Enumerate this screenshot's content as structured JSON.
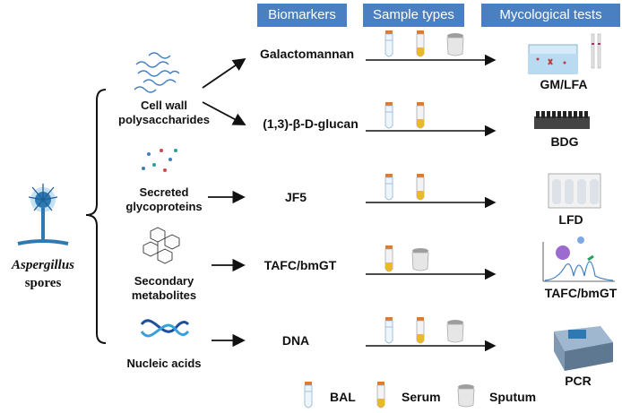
{
  "headers": {
    "biomarkers": "Biomarkers",
    "sample_types": "Sample types",
    "tests": "Mycological tests"
  },
  "source": {
    "line1": "Aspergillus",
    "line2": "spores"
  },
  "categories": [
    {
      "id": "cell-wall",
      "line1": "Cell wall",
      "line2": "polysaccharides"
    },
    {
      "id": "secreted",
      "line1": "Secreted",
      "line2": "glycoproteins"
    },
    {
      "id": "secondary",
      "line1": "Secondary",
      "line2": "metabolites"
    },
    {
      "id": "nucleic",
      "line1": "Nucleic acids",
      "line2": ""
    }
  ],
  "biomarkers": [
    "Galactomannan",
    "(1,3)-β-D-glucan",
    "JF5",
    "TAFC/bmGT",
    "DNA"
  ],
  "tests": [
    "GM/LFA",
    "BDG",
    "LFD",
    "TAFC/bmGT",
    "PCR"
  ],
  "legend": {
    "bal": "BAL",
    "serum": "Serum",
    "sputum": "Sputum"
  },
  "colors": {
    "header_bg": "#4a7fc1",
    "tube_cap": "#e07a2e",
    "serum": "#e8b92b"
  }
}
